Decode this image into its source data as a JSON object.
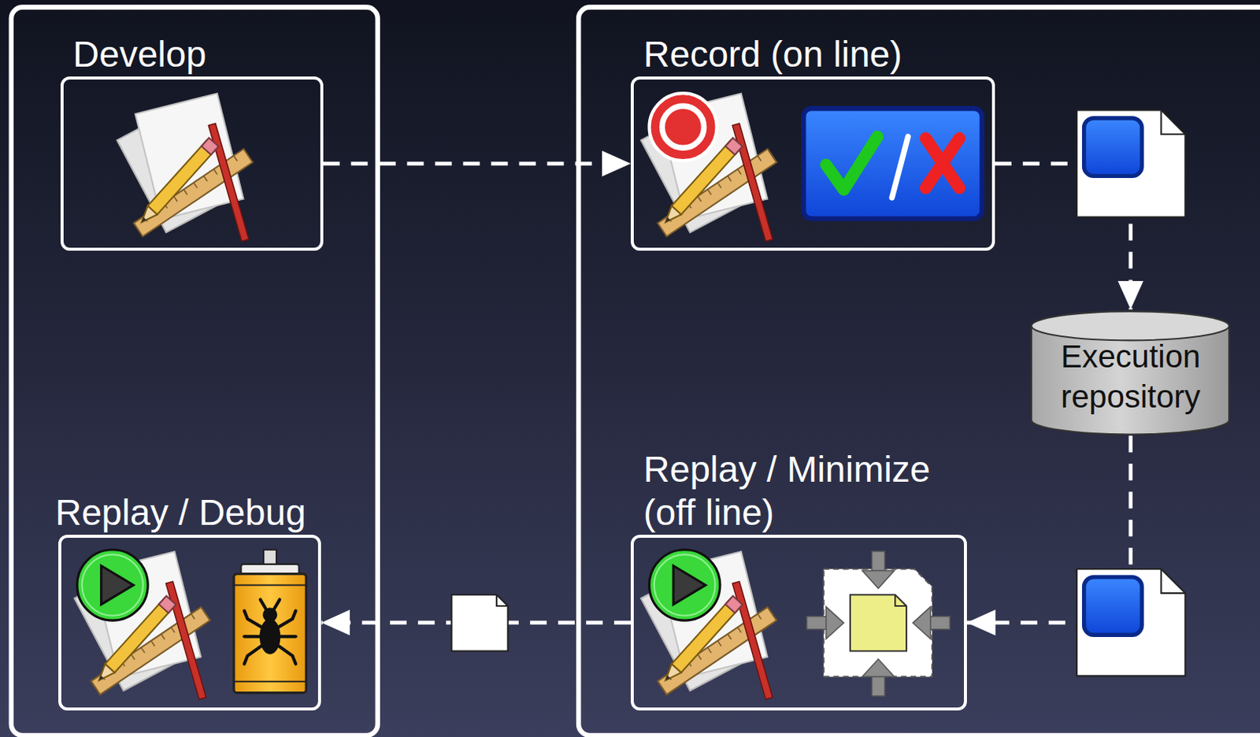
{
  "diagram": {
    "nodes": [
      {
        "text": [
          "Develop"
        ]
      },
      {
        "text": [
          "Record (on line)"
        ]
      },
      {
        "text": [
          "Execution repository"
        ]
      },
      {
        "text": [
          "Replay / Minimize (off line)"
        ]
      },
      {
        "text": [
          "Replay / Debug"
        ]
      }
    ],
    "edges": [
      {
        "from": 0,
        "to": 1,
        "arrow": "to"
      },
      {
        "from": 1,
        "to": 2,
        "arrow": "to"
      },
      {
        "from": 2,
        "to": 3,
        "arrow": "to"
      },
      {
        "from": 3,
        "to": 4,
        "arrow": "to"
      }
    ]
  }
}
